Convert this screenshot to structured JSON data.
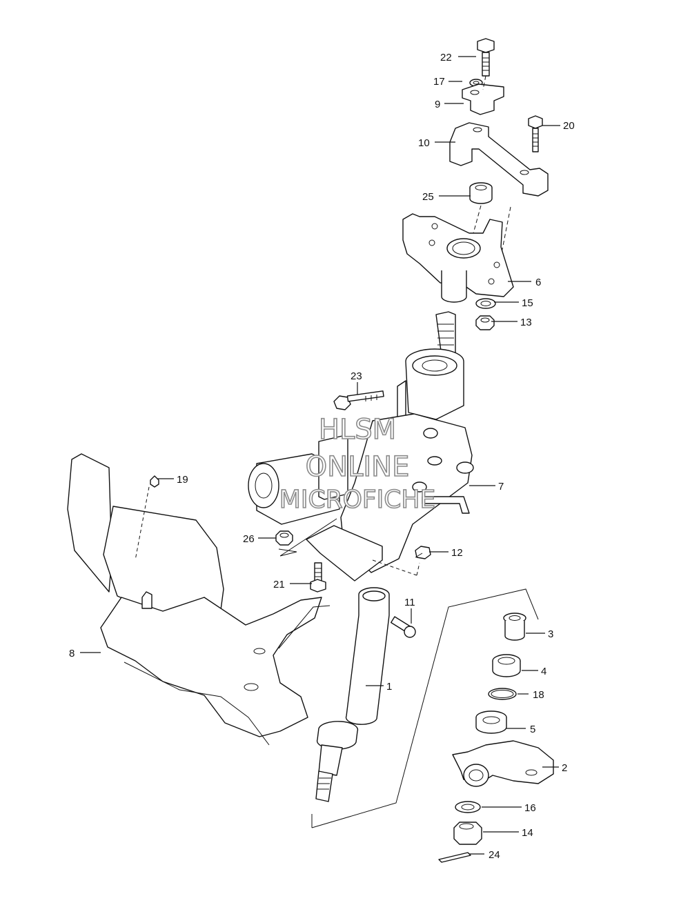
{
  "watermark": {
    "line1": "HLSM",
    "line2": "ONLINE",
    "line3": "MICROFICHE"
  },
  "callouts": {
    "c1": "1",
    "c2": "2",
    "c3": "3",
    "c4": "4",
    "c5": "5",
    "c6": "6",
    "c7": "7",
    "c8": "8",
    "c9": "9",
    "c10": "10",
    "c11": "11",
    "c12": "12",
    "c13": "13",
    "c14": "14",
    "c15": "15",
    "c16": "16",
    "c17": "17",
    "c18": "18",
    "c19": "19",
    "c20": "20",
    "c21": "21",
    "c22": "22",
    "c23": "23",
    "c24": "24",
    "c25": "25",
    "c26": "26"
  }
}
